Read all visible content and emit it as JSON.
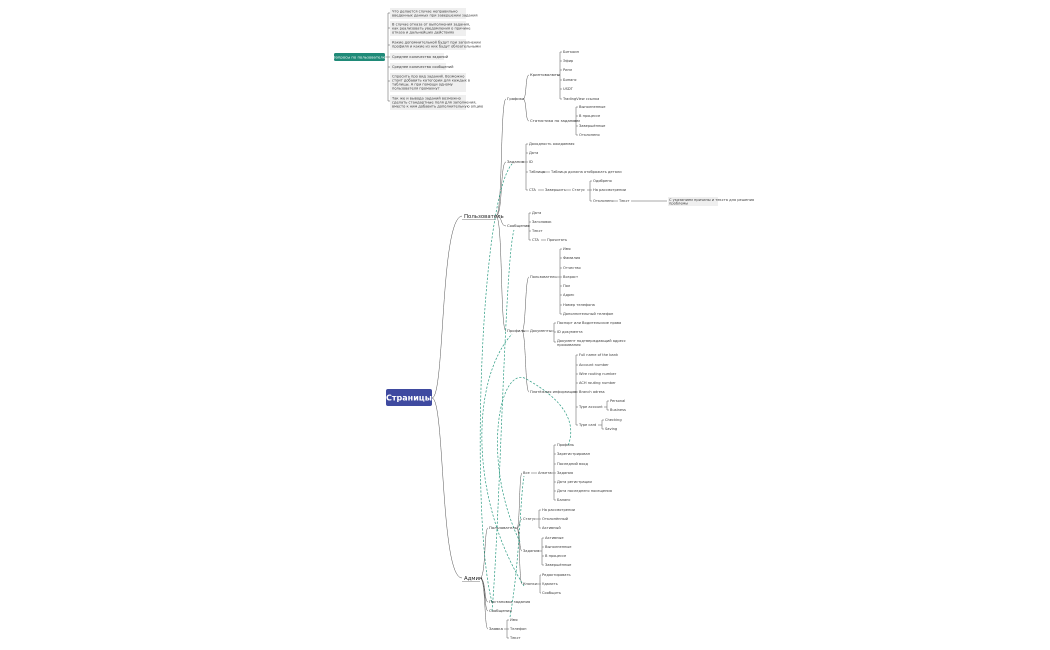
{
  "colors": {
    "root": "#3f4aa0",
    "teal": "#1f8a78",
    "note_bg": "#efefef",
    "line": "#555555",
    "dash": "#2a9a80"
  },
  "root": {
    "label": "Страницы"
  },
  "questions": {
    "label": "Вопросы по пользователю",
    "notes": [
      "Что делается случае неправильно введенных данных при завершении задания",
      "В случае отказа от выполнения задания, как реализовать уведомления о причине отказа и дальнейших действиях",
      "Какие допомнительной будут при заполнении профиля и какие из них будут обязательными",
      "Среднее количество заданий",
      "Среднее количество сообщений",
      "Спросить про вид заданий. Возможно стоит добавить категории для каждых в таблицы. А при помощи одному пользователя промахнут",
      "Так же и вывода заданий возможно сделать стандартные поля для заполнения, вместо к ним добавить дополнительную опцию"
    ]
  },
  "user": {
    "label": "Пользователь",
    "grafiki": {
      "label": "Графики",
      "crypto": {
        "label": "Криптовалюты",
        "items": [
          "Биткоин",
          "Эфир",
          "Рипл",
          "Бинанс",
          "USDT",
          "TradingView ссылка"
        ]
      },
      "stats": {
        "label": "Статистика по заданиям",
        "items": [
          "Выполненные",
          "В процессе",
          "Завершённые",
          "Отклонено"
        ]
      }
    },
    "zadaniya": {
      "label": "Задания",
      "items": [
        "Доходность ожидаемая",
        "Дата",
        "ID"
      ],
      "table": {
        "label": "Таблица",
        "note": "Таблица должна отображать детали"
      },
      "cta": {
        "label": "CTA",
        "finish": "Завершить",
        "status": "Статус",
        "statuses": [
          "Одобрено",
          "На рассмотрении"
        ],
        "declined": "Отклонено",
        "text_label": "Текст",
        "text_note": "С указанием причины и текста для решения проблемы"
      }
    },
    "soobshcheniya": {
      "label": "Сообщения",
      "items": [
        "Дата",
        "Заголовок",
        "Текст"
      ],
      "cta": {
        "label": "CTA",
        "action": "Прочитать"
      }
    },
    "profil": {
      "label": "Профиль",
      "user": {
        "label": "Пользователь",
        "items": [
          "Имя",
          "Фамилия",
          "Отчество",
          "Возраст",
          "Пол",
          "Адрес",
          "Номер телефона",
          "Дополнительный телефон"
        ]
      },
      "docs": {
        "label": "Документы",
        "items": [
          "Паспорт или Водительские права",
          "ID документа",
          "Документ подтверждающий адресс проживания"
        ]
      },
      "pay": {
        "label": "Платёжная информация",
        "items": [
          "Full name of the bank",
          "Account number",
          "Wire routing number",
          "ACH routing number",
          "Branch adress"
        ],
        "acct_type": {
          "label": "Type account",
          "items": [
            "Personal",
            "Business"
          ]
        },
        "card_type": {
          "label": "Type card",
          "items": [
            "Checking",
            "Saving"
          ]
        }
      }
    }
  },
  "admin": {
    "label": "Админ",
    "polz": {
      "label": "Пользователь",
      "vse": {
        "label": "Все",
        "anketa": {
          "label": "Анкета",
          "items": [
            "Профиль",
            "Зарегистрирован",
            "Последний вход",
            "Задания",
            "Дата регистрации",
            "Дата последнего посещения",
            "Баланс"
          ]
        }
      },
      "status": {
        "label": "Статус",
        "items": [
          "На рассмотрении",
          "Отклонённый",
          "Активный"
        ]
      },
      "zadaniya": {
        "label": "Задания",
        "items": [
          "Активные",
          "Выполненные",
          "В процессе",
          "Завершённые"
        ]
      },
      "knopki": {
        "label": "Кнопки",
        "items": [
          "Редактировать",
          "Удалить",
          "Сообщить"
        ]
      }
    },
    "postanovka": "Постановка задания",
    "soobshcheniya": "Сообщения",
    "zayavka": {
      "label": "Заявка",
      "items": [
        "Имя",
        "Телефон",
        "Текст"
      ]
    }
  }
}
